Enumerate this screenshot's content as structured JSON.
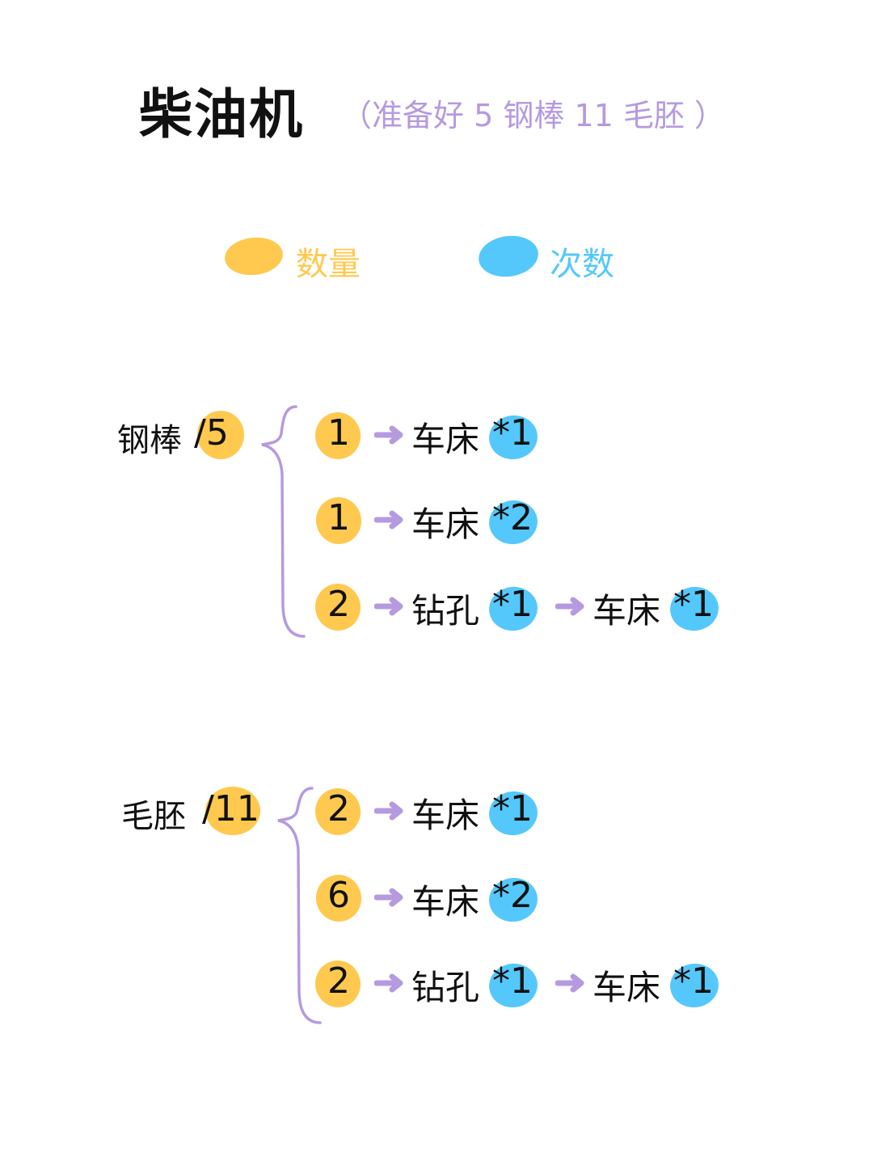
{
  "title": "柴油机",
  "subtitle": "（准备好 5 钢棒 11 毛胚 ）",
  "legend": [
    {
      "label": "数量",
      "color": "#ffc94f"
    },
    {
      "label": "次数",
      "color": "#55c8fb"
    }
  ],
  "colors": {
    "quantity": "#ffc94f",
    "times": "#55c8fb",
    "accent": "#b59ae0"
  },
  "groups": [
    {
      "name": "钢棒",
      "total": "/5",
      "rows": [
        {
          "qty": "1",
          "steps": [
            {
              "process": "车床",
              "times": "*1"
            }
          ]
        },
        {
          "qty": "1",
          "steps": [
            {
              "process": "车床",
              "times": "*2"
            }
          ]
        },
        {
          "qty": "2",
          "steps": [
            {
              "process": "钻孔",
              "times": "*1"
            },
            {
              "process": "车床",
              "times": "*1"
            }
          ]
        }
      ]
    },
    {
      "name": "毛胚",
      "total": "/11",
      "rows": [
        {
          "qty": "2",
          "steps": [
            {
              "process": "车床",
              "times": "*1"
            }
          ]
        },
        {
          "qty": "6",
          "steps": [
            {
              "process": "车床",
              "times": "*2"
            }
          ]
        },
        {
          "qty": "2",
          "steps": [
            {
              "process": "钻孔",
              "times": "*1"
            },
            {
              "process": "车床",
              "times": "*1"
            }
          ]
        }
      ]
    }
  ]
}
